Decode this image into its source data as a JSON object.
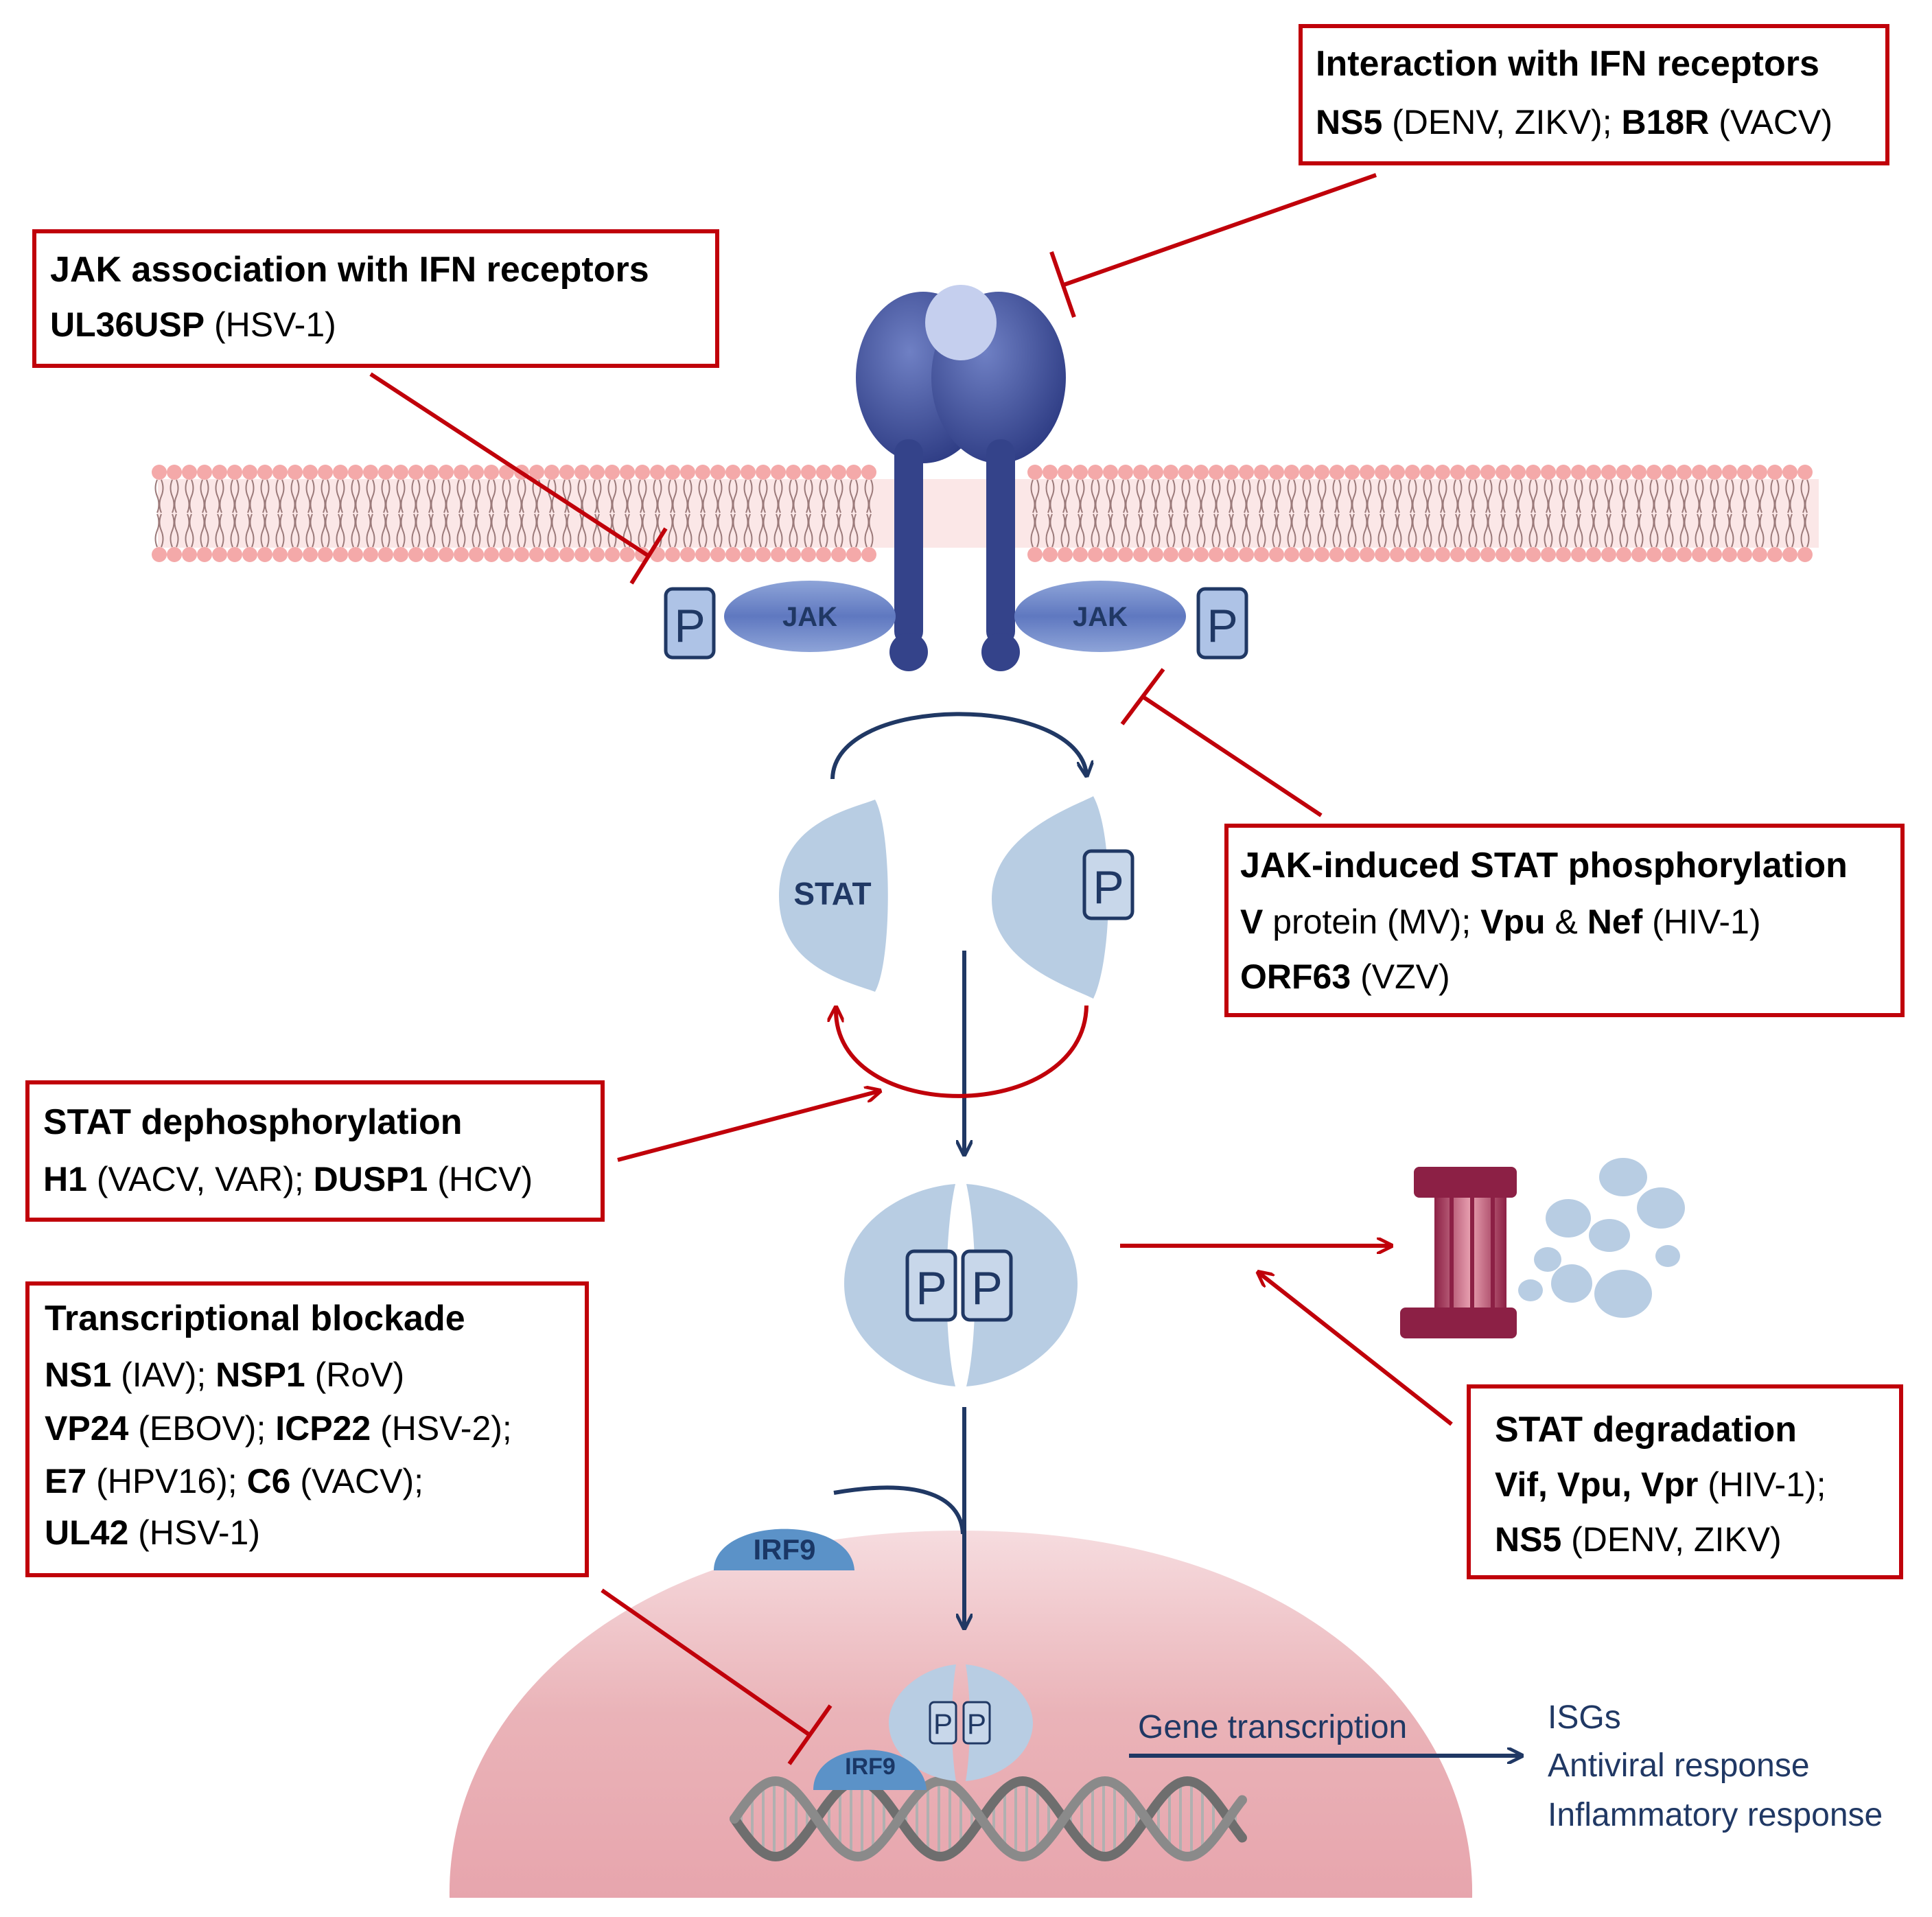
{
  "colors": {
    "inhibitor_red": "#c0000a",
    "pathway_navy": "#203864",
    "receptor_blue": "#3d4f9a",
    "stat_light_blue": "#b8cde3",
    "membrane_pink": "#f2b7b7",
    "nucleus_pink": "#eab3b8",
    "irf9_blue": "#5b92c8",
    "proteasome_maroon": "#8c2045"
  },
  "boxes": {
    "ifn_receptors": {
      "title": "Interaction with IFN receptors",
      "l1_b1": "NS5",
      "l1_t1": " (DENV, ZIKV); ",
      "l1_b2": "B18R",
      "l1_t2": " (VACV)"
    },
    "jak_association": {
      "title": "JAK association with IFN receptors",
      "l1_b1": "UL36USP",
      "l1_t1": " (HSV-1)"
    },
    "jak_stat_phos": {
      "title": "JAK-induced STAT phosphorylation",
      "l1_b1": "V",
      "l1_t1": " protein (MV); ",
      "l1_b2": "Vpu",
      "l1_t2": " & ",
      "l1_b3": "Nef",
      "l1_t3": " (HIV-1)",
      "l2_b1": "ORF63",
      "l2_t1": " (VZV)"
    },
    "stat_dephos": {
      "title": "STAT dephosphorylation",
      "l1_b1": "H1",
      "l1_t1": " (VACV, VAR); ",
      "l1_b2": "DUSP1",
      "l1_t2": " (HCV)"
    },
    "transcriptional_blockade": {
      "title": "Transcriptional blockade",
      "l1_b1": "NS1",
      "l1_t1": " (IAV); ",
      "l1_b2": "NSP1",
      "l1_t2": " (RoV)",
      "l2_b1": "VP24",
      "l2_t1": " (EBOV); ",
      "l2_b2": "ICP22",
      "l2_t2": " (HSV-2);",
      "l3_b1": "E7",
      "l3_t1": " (HPV16); ",
      "l3_b2": "C6",
      "l3_t2": " (VACV);",
      "l4_b1": "UL42",
      "l4_t1": " (HSV-1)"
    },
    "stat_degradation": {
      "title": "STAT degradation",
      "l1_b1": "Vif, Vpu, Vpr",
      "l1_t1": " (HIV-1);",
      "l2_b1": "NS5",
      "l2_t1": " (DENV, ZIKV)"
    }
  },
  "labels": {
    "jak": "JAK",
    "p": "P",
    "stat": "STAT",
    "irf9": "IRF9",
    "gene_transcription": "Gene transcription",
    "outcomes": [
      "ISGs",
      "Antiviral response",
      "Inflammatory response"
    ]
  }
}
